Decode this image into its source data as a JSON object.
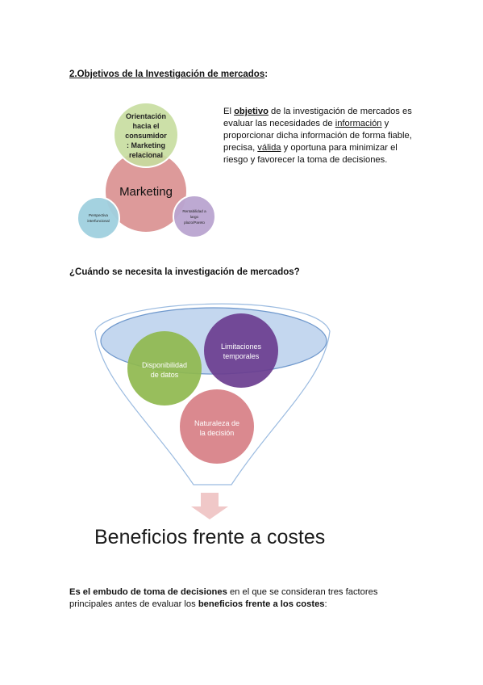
{
  "section_heading": {
    "number": "2.",
    "title": "Objetivos de la Investigación de mercados",
    "suffix": ":"
  },
  "diagram1": {
    "top_circle": "Orientación hacia el consumidor : Marketing relacional",
    "top_lines": [
      "Orientación",
      "hacia el",
      "consumidor",
      ": Marketing",
      "relacional"
    ],
    "center": "Marketing",
    "left_lines": [
      "Perspectiva",
      "interfuncional"
    ],
    "right_lines": [
      "Rentabilidad a",
      "largo",
      "plazo/Pareto"
    ],
    "colors": {
      "center": "#dd9a9a",
      "top": "#c6dd9e",
      "left": "#9fd0de",
      "right": "#b9a4d0"
    }
  },
  "objective_paragraph": {
    "p1": "El ",
    "word_objetivo": "objetivo",
    "p2": " de la investigación de mercados es evaluar las necesidades de ",
    "word_informacion": "información",
    "p3": " y proporcionar dicha información de forma fiable, precisa, ",
    "word_valida": "válida",
    "p4": " y oportuna para minimizar el riesgo y favorecer la toma de decisiones."
  },
  "question_heading": "¿Cuándo se necesita la investigación de mercados?",
  "funnel": {
    "circle_data": [
      "Disponibilidad",
      "de datos"
    ],
    "circle_time": [
      "Limitaciones",
      "temporales"
    ],
    "circle_nature": [
      "Naturaleza de",
      "la decisión"
    ],
    "colors": {
      "data": "#8fb84e",
      "time": "#6a3d8f",
      "nature": "#d77f86",
      "funnel": "#9bbbe0",
      "arrow": "#f0c8c8"
    }
  },
  "big_result": "Beneficios frente a costes",
  "footer": {
    "bold1": "Es el embudo de toma de decisiones",
    "text1": " en el que se consideran tres factores principales antes de evaluar los ",
    "bold2": "beneficios frente a los costes",
    "text2": ":"
  }
}
